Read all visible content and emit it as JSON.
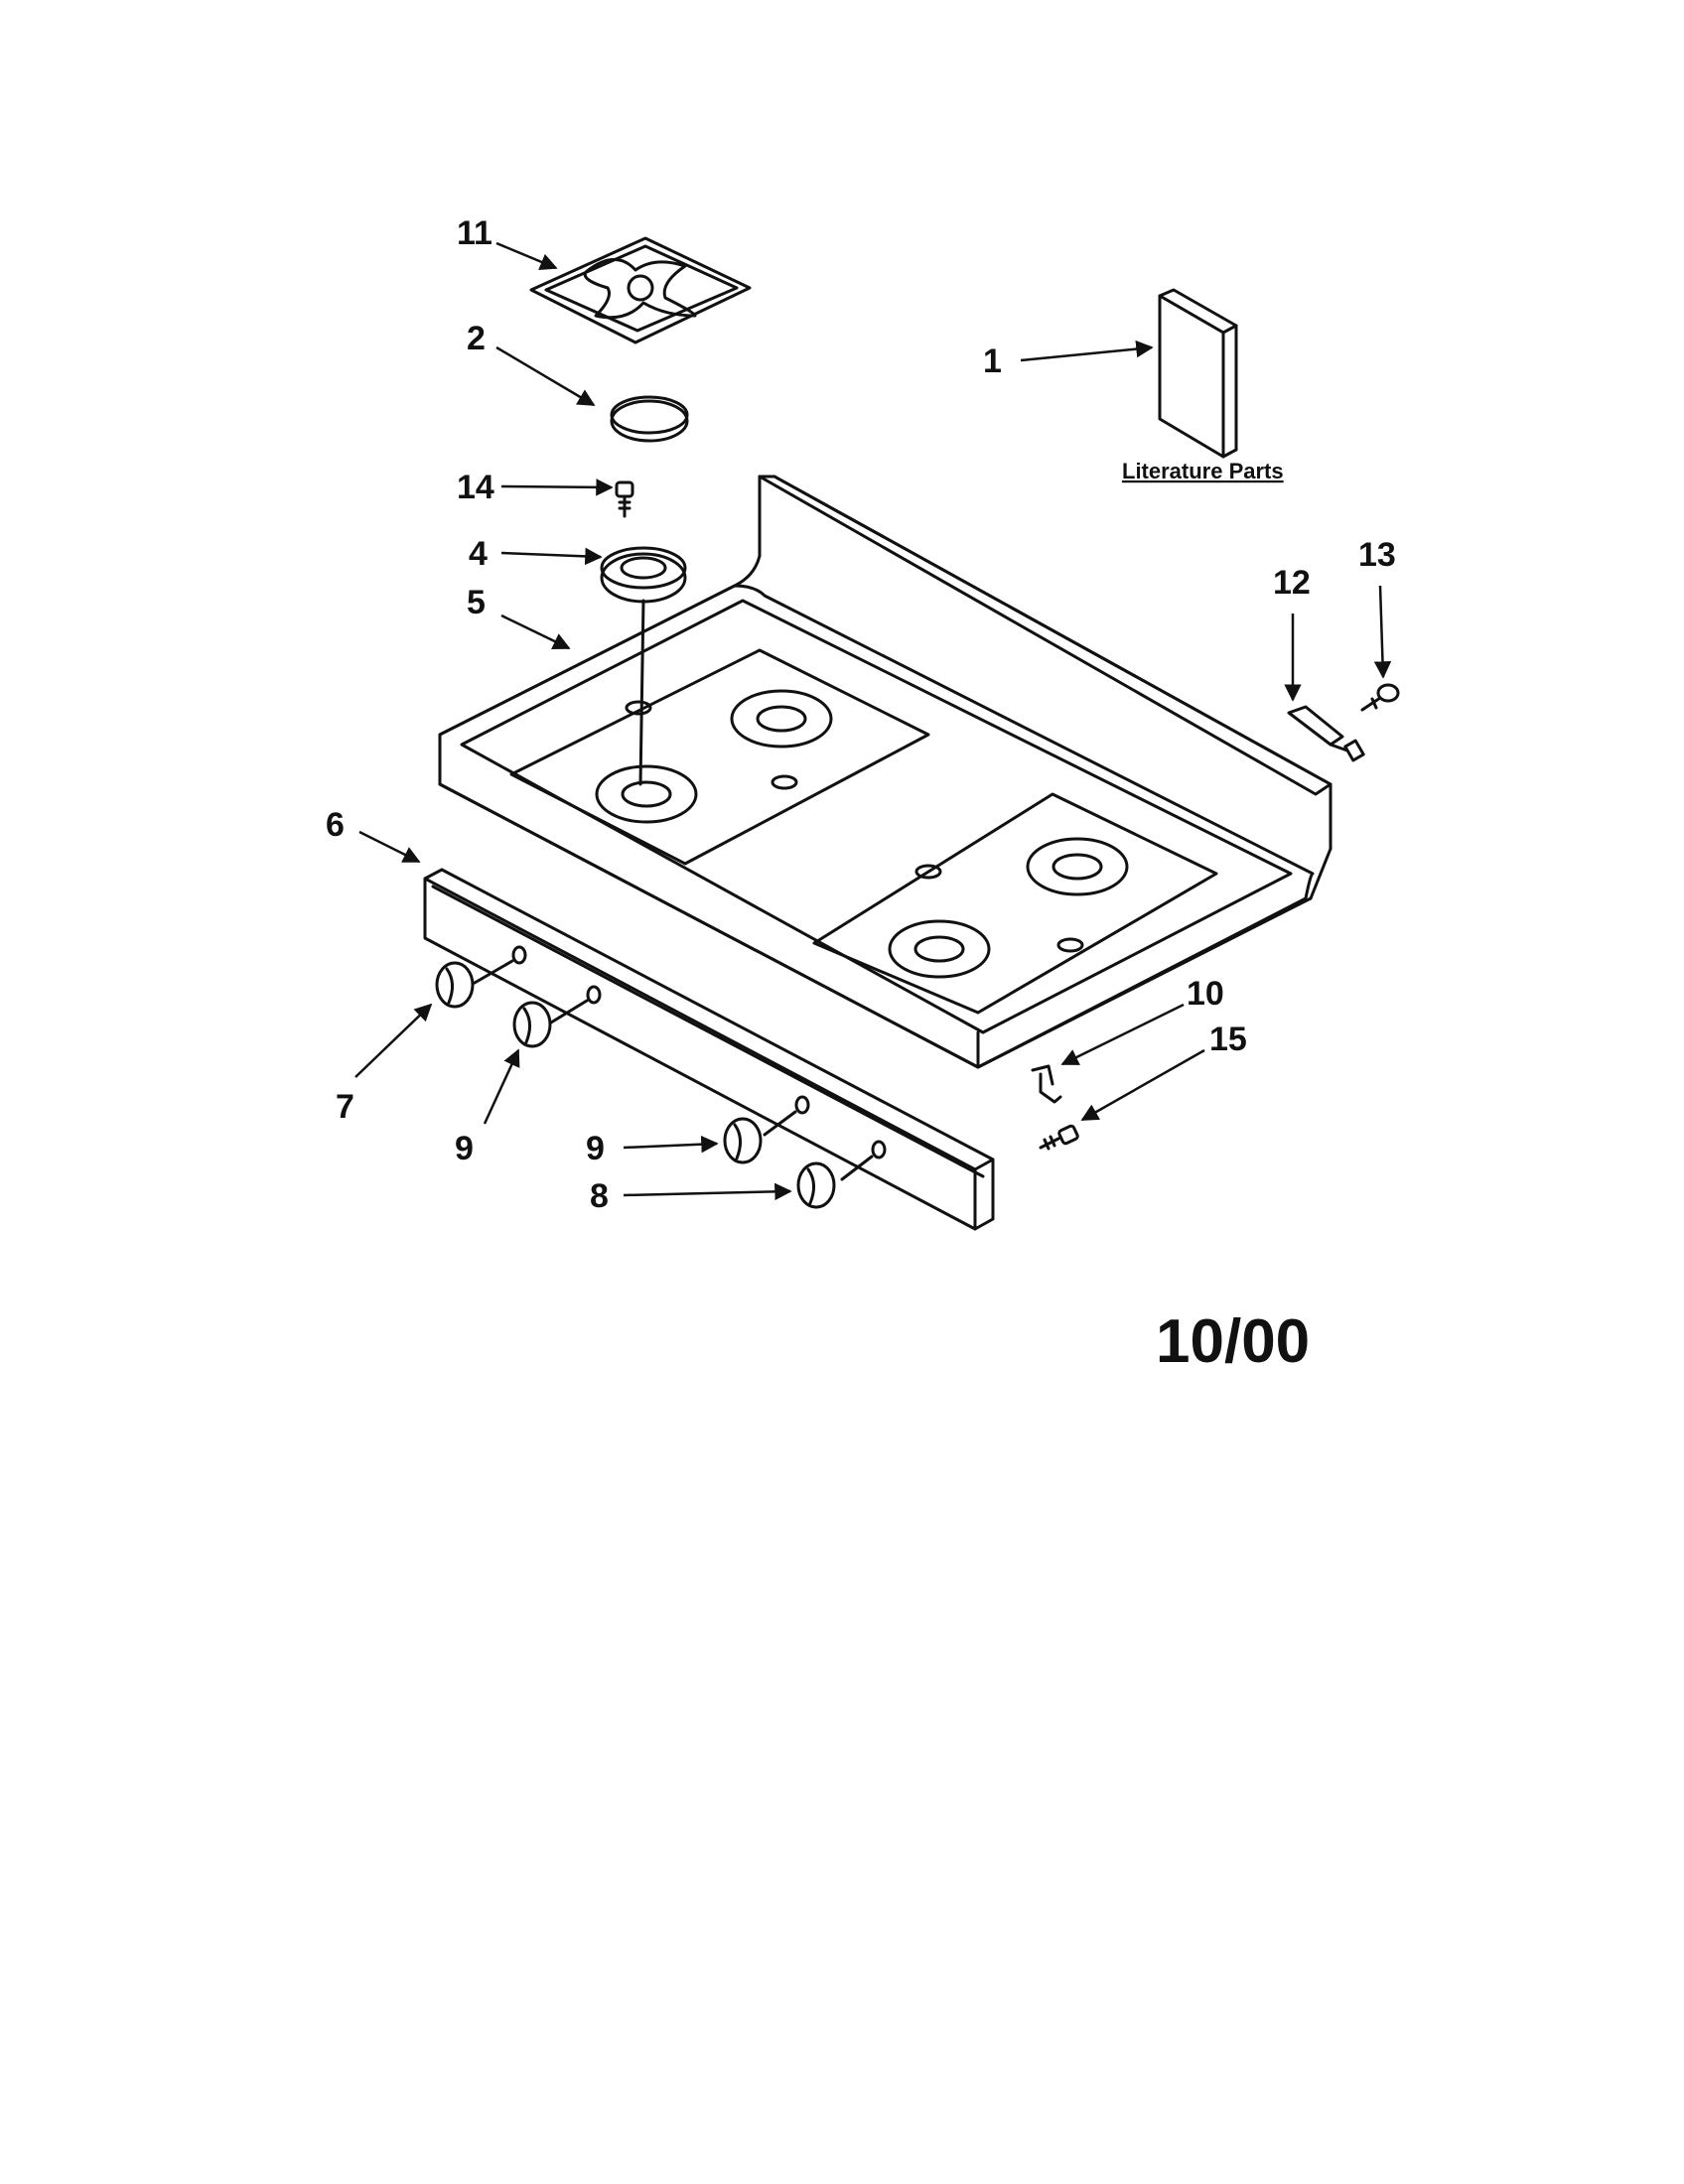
{
  "diagram": {
    "callouts": {
      "c1": "1",
      "c2": "2",
      "c4": "4",
      "c5": "5",
      "c6": "6",
      "c7": "7",
      "c8": "8",
      "c9a": "9",
      "c9b": "9",
      "c10": "10",
      "c11": "11",
      "c12": "12",
      "c13": "13",
      "c14": "14",
      "c15": "15"
    },
    "literature_caption": "Literature Parts",
    "date_code": "10/00"
  }
}
